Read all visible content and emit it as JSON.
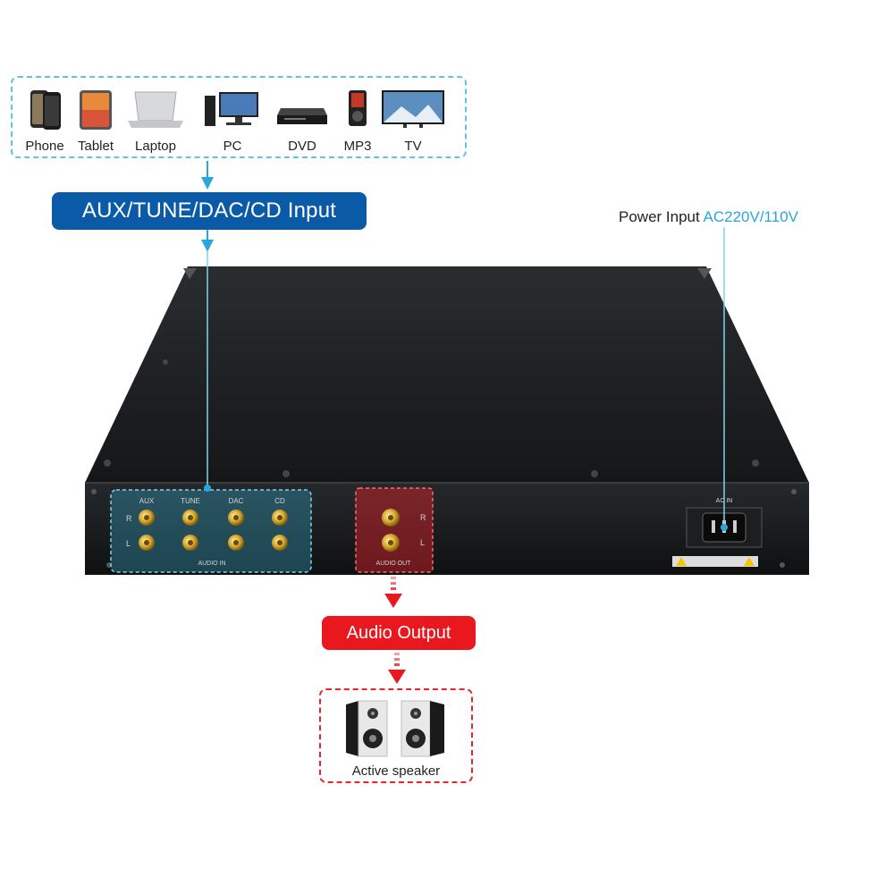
{
  "source_devices": [
    {
      "label": "Phone",
      "icon": "phone-icon"
    },
    {
      "label": "Tablet",
      "icon": "tablet-icon"
    },
    {
      "label": "Laptop",
      "icon": "laptop-icon"
    },
    {
      "label": "PC",
      "icon": "pc-icon"
    },
    {
      "label": "DVD",
      "icon": "dvd-player-icon"
    },
    {
      "label": "MP3",
      "icon": "mp3-player-icon"
    },
    {
      "label": "TV",
      "icon": "tv-icon"
    }
  ],
  "input_label": "AUX/TUNE/DAC/CD Input",
  "power": {
    "label": "Power Input ",
    "value": "AC220V/110V"
  },
  "output_label": "Audio Output",
  "speaker_label": "Active speaker",
  "rear_panel": {
    "input_channels": [
      "AUX",
      "TUNE",
      "DAC",
      "CD"
    ],
    "channel_right": "R",
    "channel_left": "L",
    "audio_in_label": "AUDIO IN",
    "audio_out_label": "AUDIO OUT",
    "ac_in_label": "AC IN"
  },
  "colors": {
    "input_blue": "#0a5aa8",
    "accent_cyan": "#2aa6dd",
    "output_red": "#e8181e"
  }
}
